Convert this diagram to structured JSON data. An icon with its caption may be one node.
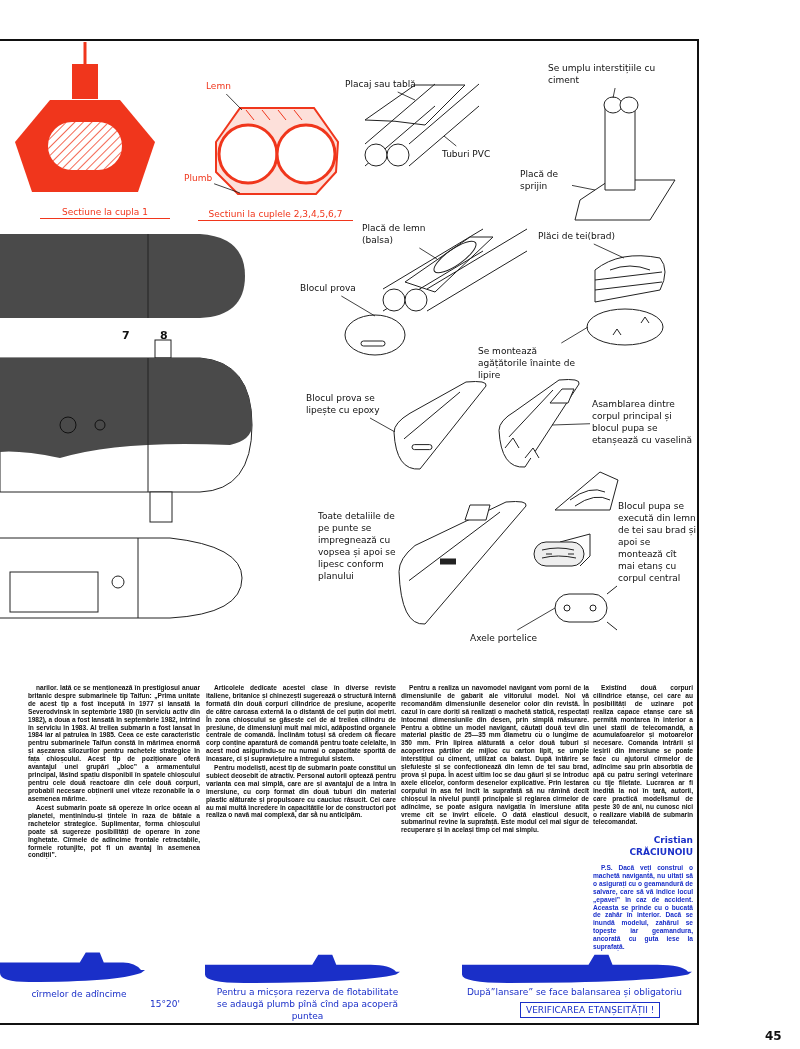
{
  "diagram": {
    "nodes": [
      {
        "text": [],
        "shape": "picture",
        "beside": [
          "Sectiune la cupla 1"
        ]
      },
      {
        "text": [],
        "shape": "picture",
        "beside": [
          "Sectiuni la cuplele 2,3,4,5,6,7"
        ]
      },
      {
        "text": [
          "Lemn"
        ]
      },
      {
        "text": [
          "Plumb"
        ]
      },
      {
        "text": [],
        "shape": "picture"
      },
      {
        "text": [
          "Placaj sau tablă"
        ]
      },
      {
        "text": [
          "Tuburi PVC"
        ]
      },
      {
        "text": [],
        "shape": "picture"
      },
      {
        "text": [
          "Se umplu interstițiile cu ciment"
        ]
      },
      {
        "text": [
          "Placă de sprijin"
        ]
      },
      {
        "text": [],
        "shape": "picture"
      },
      {
        "text": [
          "Placă de lemn (balsa)"
        ]
      },
      {
        "text": [],
        "shape": "picture"
      },
      {
        "text": [
          "Blocul prova"
        ]
      },
      {
        "text": [],
        "shape": "picture"
      },
      {
        "text": [
          "Plăci de tei(brad)"
        ]
      },
      {
        "text": [],
        "shape": "picture"
      },
      {
        "text": [
          "Se montează agățătorile înainte de lipire"
        ]
      },
      {
        "text": [],
        "shape": "picture"
      },
      {
        "text": [
          "Blocul prova se lipește cu epoxy"
        ]
      },
      {
        "text": [],
        "shape": "picture"
      },
      {
        "text": [
          "Asamblarea dintre corpul principal și blocul pupa se etanșează cu vaselină"
        ]
      },
      {
        "text": [],
        "shape": "picture"
      },
      {
        "text": [
          "Toate detaliile de pe punte se impregnează cu vopsea și apoi se lipesc conform planului"
        ]
      },
      {
        "text": [],
        "shape": "picture"
      },
      {
        "text": [],
        "shape": "picture"
      },
      {
        "text": [
          "Blocul pupa se execută din lemn de tei sau brad și apoi se montează cît mai etanș cu corpul central"
        ]
      },
      {
        "text": [],
        "shape": "picture"
      },
      {
        "text": [
          "Axele portelice"
        ]
      }
    ],
    "edges": [
      {
        "from": 2,
        "to": 1,
        "arrow": "none"
      },
      {
        "from": 3,
        "to": 1,
        "arrow": "none"
      },
      {
        "from": 5,
        "to": 4,
        "arrow": "none"
      },
      {
        "from": 6,
        "to": 4,
        "arrow": "none"
      },
      {
        "from": 8,
        "to": 7,
        "arrow": "none"
      },
      {
        "from": 9,
        "to": 7,
        "arrow": "none"
      },
      {
        "from": 11,
        "to": 10,
        "arrow": "none"
      },
      {
        "from": 13,
        "to": 12,
        "arrow": "none"
      },
      {
        "from": 15,
        "to": 14,
        "arrow": "none"
      },
      {
        "from": 17,
        "to": 16,
        "arrow": "none"
      },
      {
        "from": 19,
        "to": 18,
        "arrow": "none"
      },
      {
        "from": 21,
        "to": 20,
        "arrow": "none"
      },
      {
        "from": 28,
        "to": 27,
        "arrow": "none"
      }
    ],
    "labels": [
      "7",
      "8",
      "narilor. Iată ce se menționează în prestigiosul anuar britanic despre submarinele tip Taifun: „Prima unitate de acest tip a fost începută în 1977 și lansată la Severodvinsk în septembrie 1980 (în serviciu activ din 1982), a doua a fost lansată în septembrie 1982, intrînd în serviciu în 1983. Al treilea submarin a fost lansat în 1984 iar al patrulea în 1985. Ceea ce este caracteristic pentru submarinele Taifun constă în mărimea enormă și așezarea silozurilor pentru rachetele strategice în fața chioșcului. Acest tip de poziționare oferă avantajul unei grupări „bloc” a armamentului principal, lăsînd spațiu disponibil în spatele chioșcului pentru cele două reactoare din cele două corpuri, probabil necesare obținerii unei viteze rezonabile la o asemenea mărime.",
      "Acest submarin poate să opereze în orice ocean al planetei, menținîndu-și țintele în raza de bătaie a rachetelor strategice. Suplimentar, forma chioșcului poate să sugereze posibilități de operare în zone înghețate. Cîrmele de adîncime frontale retractabile, formele rotunjite, pot fi un avantaj în asemenea condiții”.",
      "Articolele dedicate acestei clase în diverse reviste italiene, britanice și chinezești sugerează o structură internă formată din două corpuri cilindrice de presiune, acoperite de către carcasa externă la o distanță de cel puțin doi metri. În zona chioșcului se găsește cel de al treilea cilindru de presiune, de dimensiuni mult mai mici, adăpostind organele centrale de comandă. Înclinăm totuși să credem că fiecare corp conține aparatură de comandă pentru toate celelalte, în acest mod asigurîndu-se nu numai o capacitate sporită de încasare, ci și supraviețuire a întregului sistem.",
      "Pentru modeliști, acest tip de submarin poate constitui un subiect deosebit de atractiv. Personal autorii optează pentru varianta cea mai simplă, care are și avantajul de a intra în imersiune, cu corp format din două tuburi din material plastic alăturate și propulsoare cu cauciuc răsucit. Cei care au mai multă încredere în capacitățile lor de constructori pot realiza o navă mai complexă, dar să nu anticipăm.",
      "Pentru a realiza un navomodel navigant vom porni de la dimensiunile de gabarit ale viitorului model. Noi vă recomandăm dimensiunile desenelor color din revistă. În cazul în care doriți să realizați o machetă statică, respectați întocmai dimensiunile din desen, prin simplă măsurare. Pentru a obține un model navigant, căutați două țevi din material plastic de 25—35 mm diametru cu o lungime de 350 mm. Prin lipirea alăturată a celor două tuburi și acoperirea părților de mijloc cu carton lipit, se umple interstițiul cu ciment, utilizat ca balast. După întărire se șlefuiește și se confecționează din lemn de tei sau brad, prova și pupa. În acest ultim loc se dau găuri și se introduc axele elicelor, conform desenelor explicative. Prin lestarea corpului în așa fel încît la suprafață să nu rămînă decît chioșcul la nivelul punții principale și reglarea cîrmelor de adîncime, se poate asigura navigația în imersiune atîta vreme cît se învîrt elicele. O dată elasticul desucit, submarinul revine la suprafață. Este modul cel mai sigur de recuperare și în același timp cel mai simplu.",
      "Existînd două corpuri cilindrice etanșe, cei care au posibilități de uzinare pot realiza capace etanșe care să permită montarea în interior a unei stații de telecomandă, a acumulatoarelor și motoarelor necesare. Comanda intrării și ieșirii din imersiune se poate face cu ajutorul cîrmelor de adîncime sau prin absorbția de apă cu patru seringi veterinare cu tije filetate. Lucrarea ar fi inedită la noi în țară, autorii, care practică modelismul de peste 30 de ani, nu cunosc nici o realizare viabilă de submarin telecomandat.",
      "Cristian CRĂCIUNOIU",
      "P.S. Dacă veți construi o machetă navigantă, nu uitați să o asigurați cu o geamandură de salvare, care să vă indice locul „epavei” în caz de accident. Aceasta se prinde cu o bucată de zahăr în interior. Dacă se inundă modelul, zahărul se topește iar geamandura, ancorată cu guta iese la suprafață.",
      "cîrmelor de adîncime",
      "15°20'",
      "Pentru a micșora rezerva de flotabilitate se adaugă plumb pînă cînd apa acoperă puntea",
      "După”lansare” se face balansarea și obligatoriu",
      "VERIFICAREA ETANȘEITĂȚII !",
      "45"
    ]
  }
}
